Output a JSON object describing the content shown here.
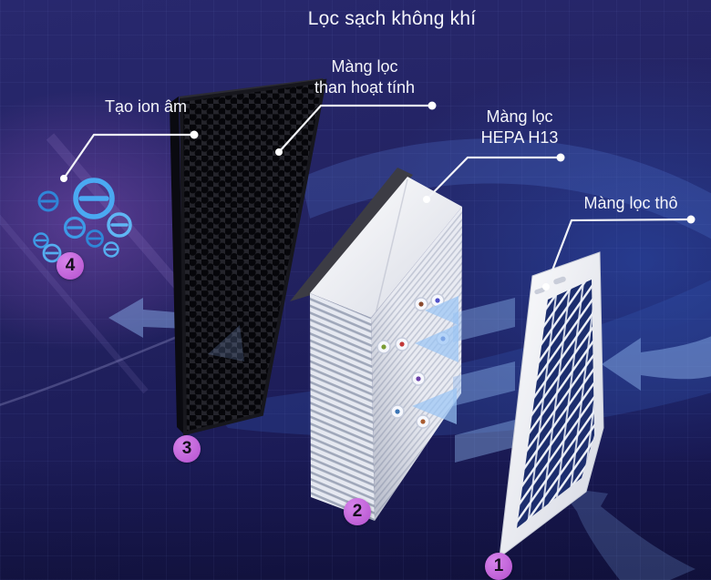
{
  "title": "Lọc sạch không khí",
  "labels": {
    "ion": {
      "text": "Tạo ion âm"
    },
    "carbon": {
      "line1": "Màng lọc",
      "line2": "than hoạt tính"
    },
    "hepa": {
      "line1": "Màng lọc",
      "line2": "HEPA H13"
    },
    "coarse": {
      "text": "Màng lọc thô"
    }
  },
  "badges": {
    "step1": "1",
    "step2": "2",
    "step3": "3",
    "step4": "4"
  },
  "icons": {
    "negative_ion": "circled-minus-icon",
    "pointer": "label-pointer-line-with-dot",
    "airflow": "left-arrow-airflow-icon"
  },
  "colors": {
    "background_navy": "#1e1e5e",
    "purple_glow": "#7a4eb4",
    "ion_blue": "#4aa9f2",
    "badge_purple": "#c065da",
    "label_white": "#f4f5fa",
    "airflow_blue": "#8cb2e8",
    "carbon_black": "#1c1c22",
    "hepa_white": "#eceef5",
    "slat_navy": "#1c2e6e"
  }
}
